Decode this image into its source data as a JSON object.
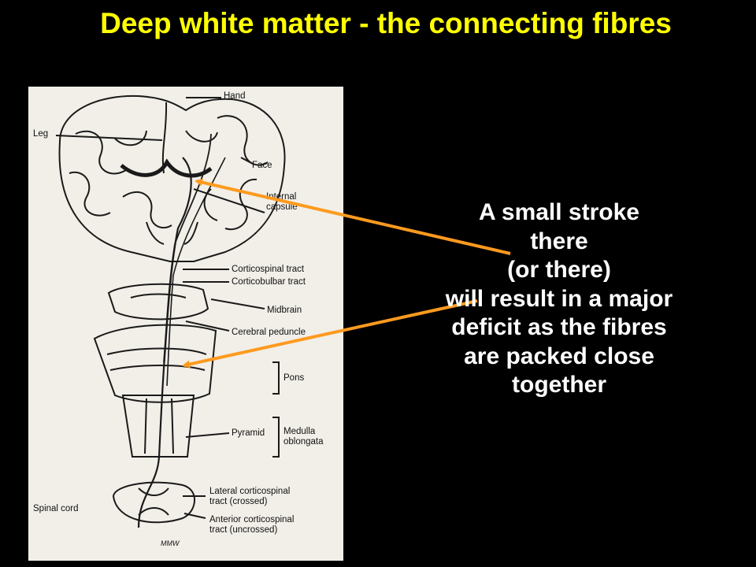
{
  "slide": {
    "title": "Deep white matter - the connecting fibres",
    "callout_lines": [
      "A small stroke",
      "there",
      "(or there)",
      "will result in a major",
      "deficit as the fibres",
      "are packed close",
      "together"
    ]
  },
  "figure": {
    "labels": {
      "hand": "Hand",
      "leg": "Leg",
      "face": "Face",
      "internal_capsule": "Internal\ncapsule",
      "corticospinal_tract": "Corticospinal tract",
      "corticobulbar_tract": "Corticobulbar tract",
      "midbrain": "Midbrain",
      "cerebral_peduncle": "Cerebral peduncle",
      "pons": "Pons",
      "pyramid": "Pyramid",
      "medulla": "Medulla\noblongata",
      "spinal_cord": "Spinal cord",
      "lateral_tract": "Lateral corticospinal\ntract (crossed)",
      "anterior_tract": "Anterior corticospinal\ntract (uncrossed)",
      "signature": "MMW"
    }
  },
  "colors": {
    "title": "#ffff00",
    "callout_text": "#ffffff",
    "arrow": "#ff9a1f",
    "background": "#000000",
    "figure_background": "#f1efe8"
  }
}
